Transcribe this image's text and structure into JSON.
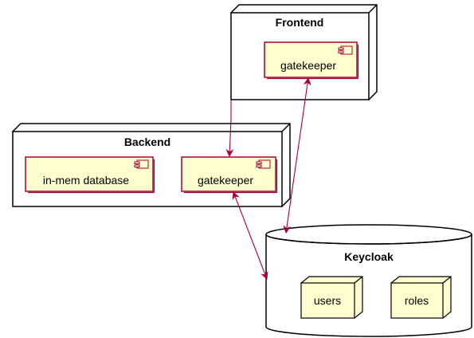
{
  "colors": {
    "component_fill": "#FEFECE",
    "component_border": "#A80036",
    "arrow": "#A80036",
    "node_border": "#000000",
    "background": "#FFFFFF"
  },
  "nodes": {
    "frontend": {
      "title": "Frontend",
      "components": [
        {
          "label": "gatekeeper",
          "icon": "component-icon"
        }
      ]
    },
    "backend": {
      "title": "Backend",
      "components": [
        {
          "label": "in-mem database",
          "icon": "component-icon"
        },
        {
          "label": "gatekeeper",
          "icon": "component-icon"
        }
      ]
    },
    "keycloak": {
      "title": "Keycloak",
      "shape": "database",
      "children": [
        {
          "label": "users",
          "shape": "node"
        },
        {
          "label": "roles",
          "shape": "node"
        }
      ]
    }
  },
  "edges": [
    {
      "from": "Frontend",
      "to": "Backend.gatekeeper",
      "arrow": "single"
    },
    {
      "from": "Frontend.gatekeeper",
      "to": "Keycloak",
      "arrow": "both"
    },
    {
      "from": "Backend.gatekeeper",
      "to": "Keycloak",
      "arrow": "both"
    }
  ]
}
